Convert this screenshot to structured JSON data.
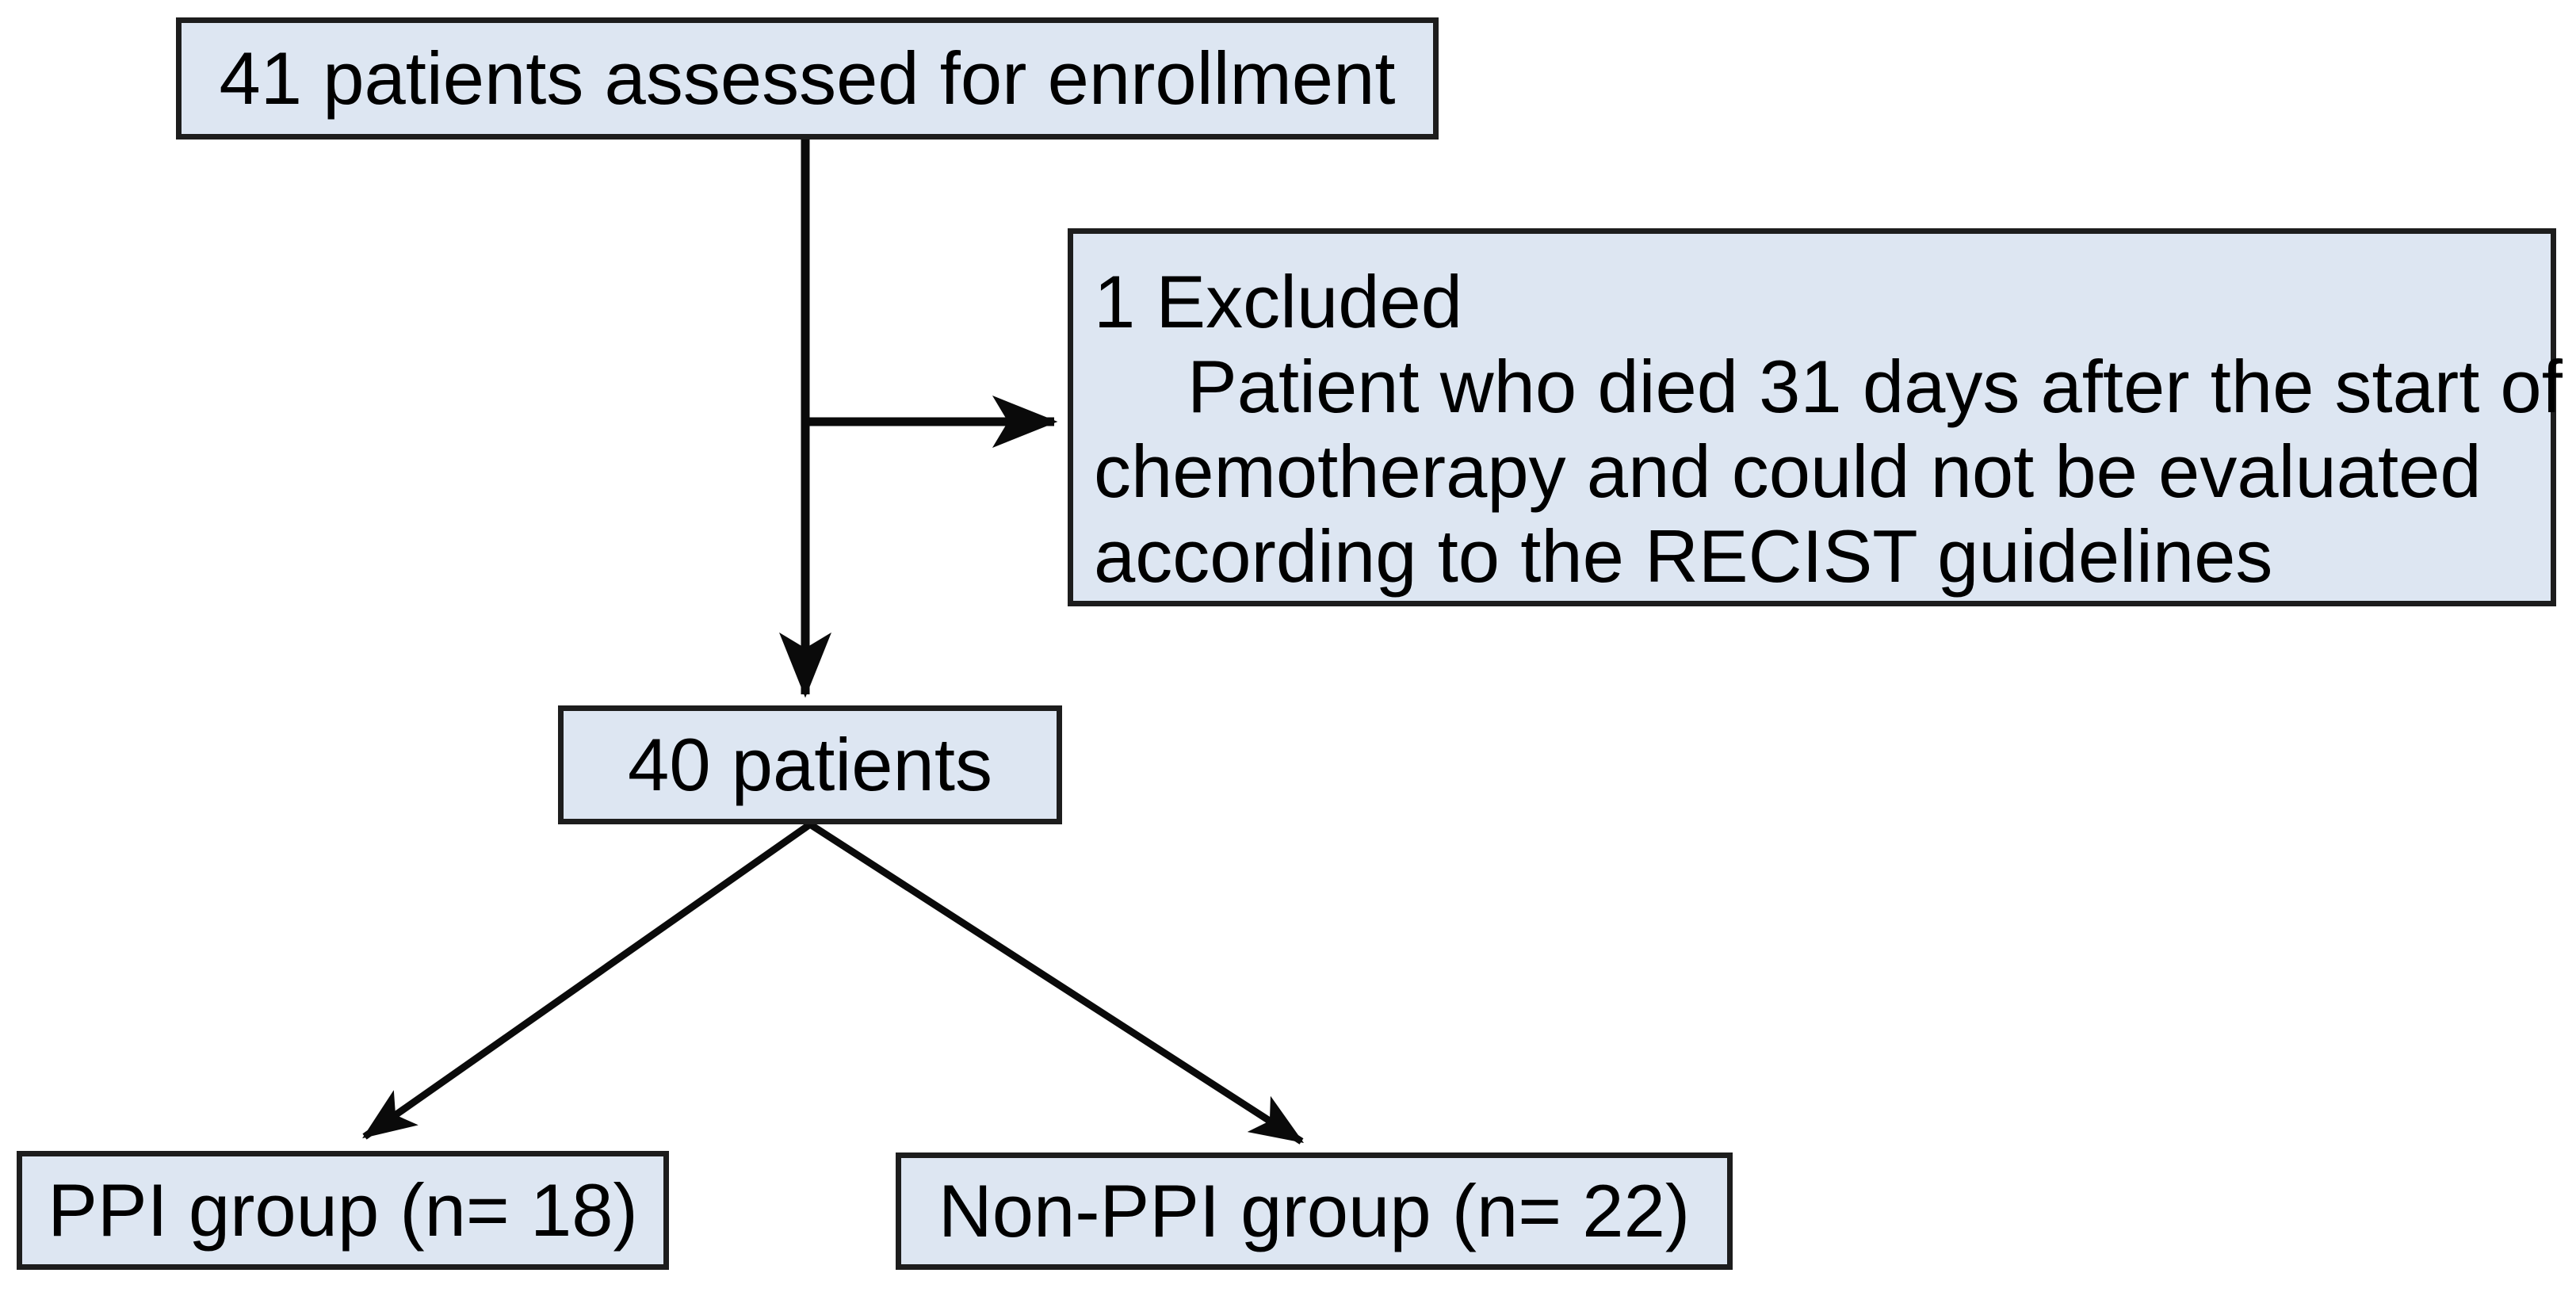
{
  "palette": {
    "background": "#ffffff",
    "box_fill": "#dde6f2",
    "box_border": "#1d1d1d",
    "arrow_color": "#0a0a0a",
    "text_color": "#000000"
  },
  "flowchart": {
    "enrollment_box": {
      "label": "41 patients assessed for enrollment"
    },
    "excluded_box": {
      "lines": [
        "1 Excluded",
        "Patient who died 31 days after the start of",
        "chemotherapy and could not be evaluated",
        "according to the RECIST guidelines"
      ]
    },
    "total_box": {
      "label": "40 patients"
    },
    "ppi_box": {
      "label": "PPI group (n= 18)"
    },
    "non_ppi_box": {
      "label": "Non-PPI group (n= 22)"
    }
  }
}
